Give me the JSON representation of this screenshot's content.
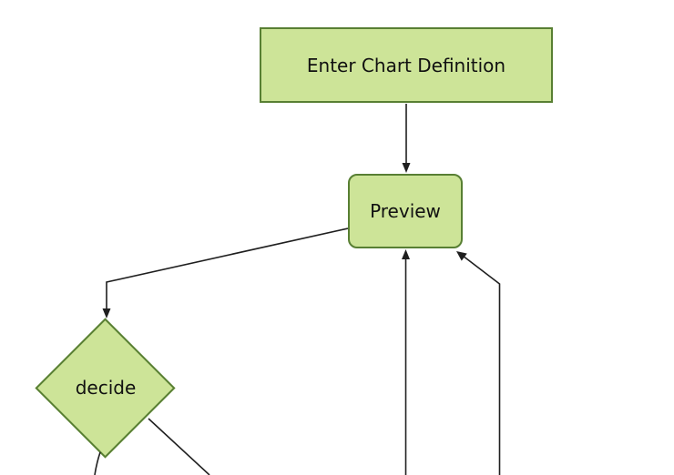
{
  "diagram": {
    "type": "flowchart",
    "colors": {
      "background": "#ffffff",
      "node_fill": "#cde498",
      "node_border": "#587f33",
      "edge_line": "#1f1f1f",
      "label_text": "#111111"
    },
    "nodes": {
      "enter_chart_definition": {
        "label": "Enter Chart Definition",
        "shape": "rectangle"
      },
      "preview": {
        "label": "Preview",
        "shape": "rounded-rectangle"
      },
      "decide": {
        "label": "decide",
        "shape": "diamond"
      }
    },
    "edges": [
      {
        "from": "enter_chart_definition",
        "to": "preview"
      },
      {
        "from": "preview",
        "to": "decide"
      },
      {
        "from": "offscreen-bottom",
        "to": "preview"
      },
      {
        "from": "offscreen-bottom",
        "to": "preview"
      },
      {
        "from": "decide",
        "to": "offscreen-bottom"
      },
      {
        "from": "decide",
        "to": "offscreen-bottom"
      }
    ]
  }
}
